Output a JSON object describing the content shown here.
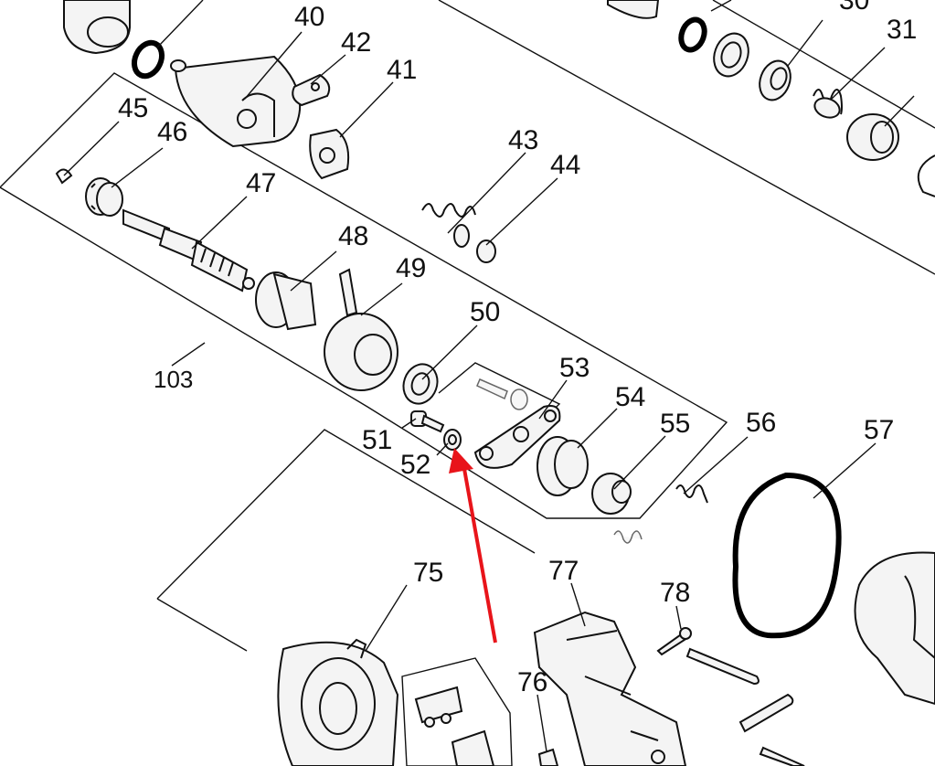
{
  "diagram": {
    "labels": {
      "l30": "30",
      "l31": "31",
      "l40": "40",
      "l41": "41",
      "l42": "42",
      "l43": "43",
      "l44": "44",
      "l45": "45",
      "l46": "46",
      "l47": "47",
      "l48": "48",
      "l49": "49",
      "l50": "50",
      "l51": "51",
      "l52": "52",
      "l53": "53",
      "l54": "54",
      "l55": "55",
      "l56": "56",
      "l57": "57",
      "l75": "75",
      "l76": "76",
      "l77": "77",
      "l78": "78",
      "l103": "103"
    },
    "annotation": {
      "arrow_color": "#e8141a",
      "target_part": "52"
    }
  }
}
